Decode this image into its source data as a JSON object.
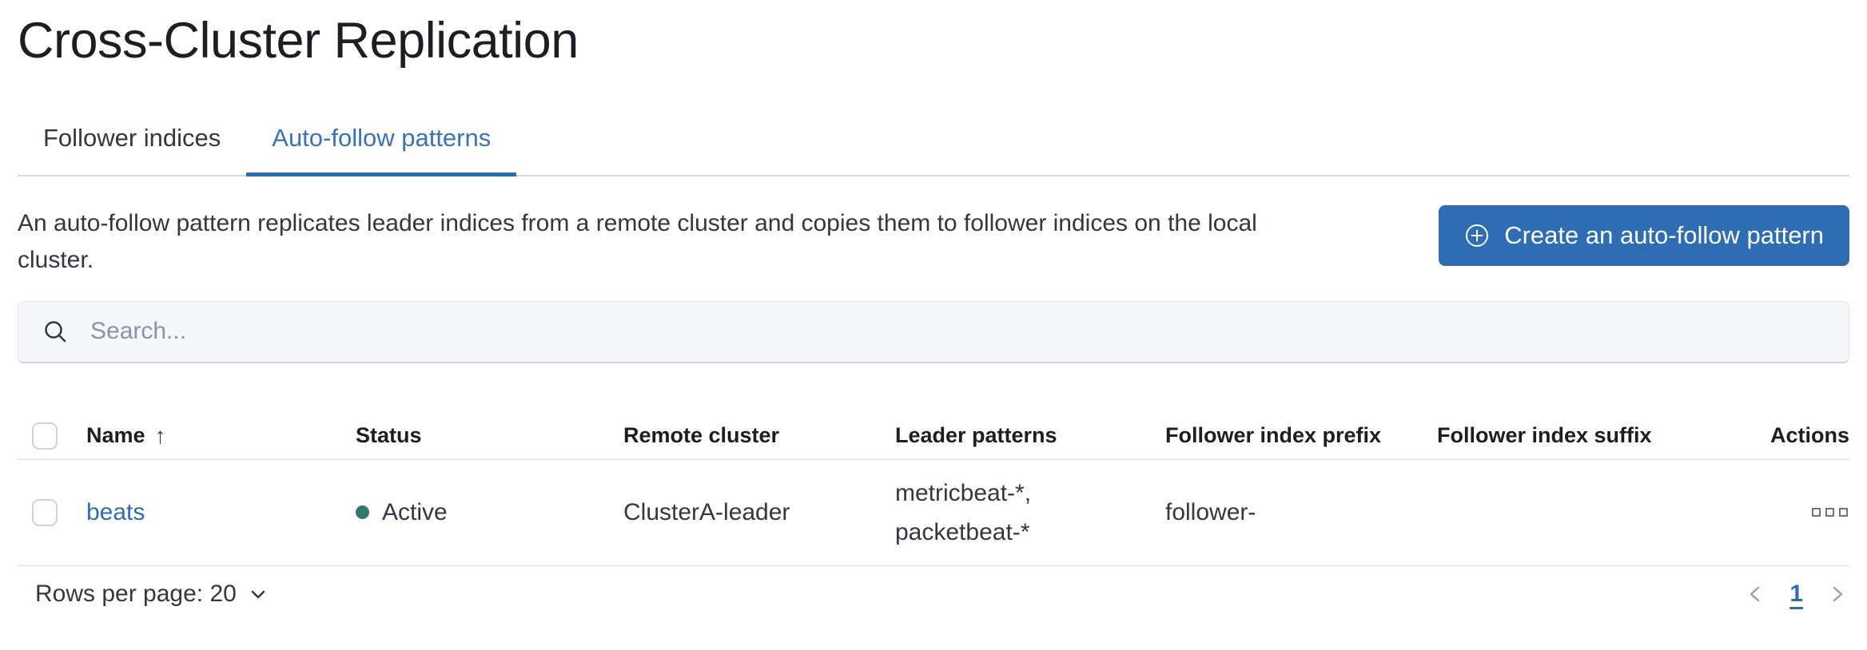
{
  "colors": {
    "primary_blue": "#2e6cb4",
    "active_tab_text": "#3a72ba",
    "status_active_dot": "#31796c",
    "title_text": "#1d1e24",
    "body_text": "#343741",
    "table_border": "#d3dae6",
    "search_placeholder": "#8b93a6",
    "pagination_chevrons": "#98a2b3",
    "button_text": "#ffffff"
  },
  "page": {
    "title": "Cross-Cluster Replication"
  },
  "tabs": [
    {
      "label": "Follower indices",
      "active": false
    },
    {
      "label": "Auto-follow patterns",
      "active": true
    }
  ],
  "description": "An auto-follow pattern replicates leader indices from a remote cluster and copies them to follower indices on the local cluster.",
  "create_button": {
    "label": "Create an auto-follow pattern",
    "icon": "plus-in-circle-icon"
  },
  "search": {
    "placeholder": "Search...",
    "value": "",
    "icon": "search-icon"
  },
  "table": {
    "columns": [
      "Name",
      "Status",
      "Remote cluster",
      "Leader patterns",
      "Follower index prefix",
      "Follower index suffix",
      "Actions"
    ],
    "sort": {
      "column": "Name",
      "direction": "ascending",
      "icon": "sort-arrow-up-icon"
    },
    "rows": [
      {
        "name": "beats",
        "status": "Active",
        "remote_cluster": "ClusterA-leader",
        "leader_patterns": "metricbeat-*, packetbeat-*",
        "leader_patterns_lines": [
          "metricbeat-*,",
          "packetbeat-*"
        ],
        "follower_index_prefix": "follower-",
        "follower_index_suffix": "",
        "actions_icon": "boxes-horizontal-icon"
      }
    ]
  },
  "pagination": {
    "rows_per_page_label": "Rows per page: 20",
    "current_page": "1"
  }
}
